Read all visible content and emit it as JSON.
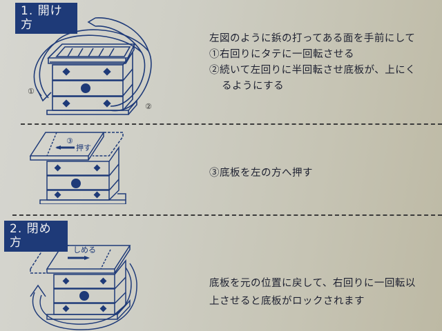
{
  "sections": {
    "open": {
      "title": "1. 開け方",
      "steps": [
        "左図のように鋲の打ってある面を手前にして",
        "①右回りにタテに一回転させる",
        "②続いて左回りに半回転させ底板が、上にく",
        "るようにする"
      ],
      "figure_labels": {
        "step1_marker": "①",
        "step2_marker": "②"
      }
    },
    "push": {
      "step": "③底板を左の方へ押す",
      "figure_labels": {
        "step3_marker": "③",
        "push_label": "押す"
      }
    },
    "close": {
      "title": "2. 閉め方",
      "steps": [
        "底板を元の位置に戻して、右回りに一回転以",
        "上させると底板がロックされます"
      ],
      "figure_labels": {
        "close_label": "しめる"
      }
    }
  },
  "colors": {
    "title_bg": "#1e3a78",
    "ink": "#1e3a78",
    "text": "#1d2030"
  }
}
